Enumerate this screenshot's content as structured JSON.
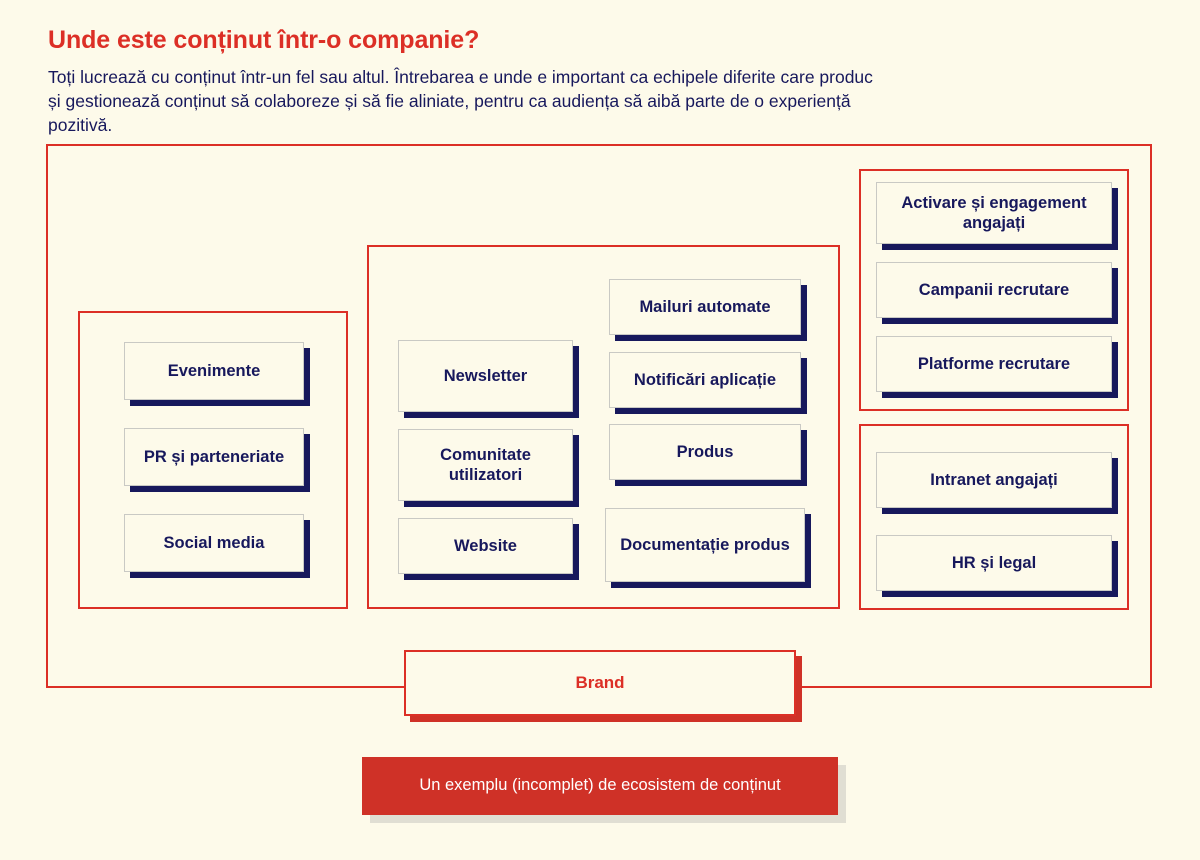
{
  "header": {
    "title": "Unde este conținut într-o companie?",
    "subtitle": "Toți lucrează cu conținut într-un fel sau altul. Întrebarea e unde e important ca echipele diferite care produc și gestionează conținut să colaboreze și să fie aliniate, pentru ca audiența să aibă parte de o experiență pozitivă."
  },
  "colors": {
    "background": "#fdfaea",
    "accent_red": "#dc2f26",
    "navy": "#17185c",
    "card_border": "#c9c9c4",
    "caption_fill": "#cf3127"
  },
  "diagram": {
    "groups": [
      {
        "id": "external-communications",
        "cards": [
          {
            "label": "Evenimente"
          },
          {
            "label": "PR și parteneriate"
          },
          {
            "label": "Social media"
          }
        ]
      },
      {
        "id": "owned-channels",
        "cards": [
          {
            "label": "Newsletter"
          },
          {
            "label": "Comunitate utilizatori"
          },
          {
            "label": "Website"
          },
          {
            "label": "Mailuri automate"
          },
          {
            "label": "Notificări aplicație"
          },
          {
            "label": "Produs"
          },
          {
            "label": "Documentație produs"
          }
        ]
      },
      {
        "id": "employer-brand",
        "cards": [
          {
            "label": "Activare și engagement angajați"
          },
          {
            "label": "Campanii recrutare"
          },
          {
            "label": "Platforme recrutare"
          }
        ]
      },
      {
        "id": "internal",
        "cards": [
          {
            "label": "Intranet angajați"
          },
          {
            "label": "HR și legal"
          }
        ]
      }
    ],
    "brand_box": {
      "label": "Brand"
    },
    "caption": {
      "label": "Un exemplu (incomplet) de ecosistem de conținut"
    }
  }
}
